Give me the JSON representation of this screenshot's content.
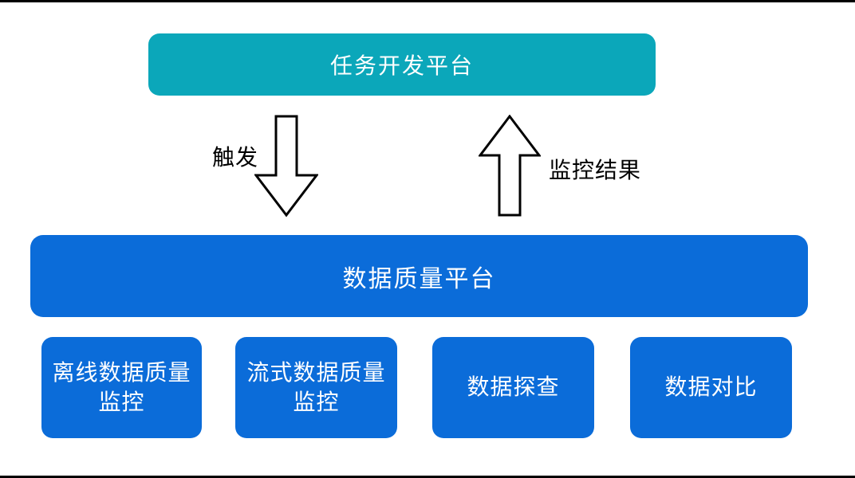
{
  "colors": {
    "page_bg": "#ffffff",
    "edge_bar": "#000000",
    "teal": "#0ba7ba",
    "blue": "#0b6cd9",
    "box_text": "#ffffff",
    "label_text": "#000000",
    "arrow_fill": "#ffffff",
    "arrow_outline": "#000000"
  },
  "diagram": {
    "top_box": {
      "label": "任务开发平台"
    },
    "arrows": {
      "down": {
        "label": "触发",
        "direction": "down"
      },
      "up": {
        "label": "监控结果",
        "direction": "up"
      }
    },
    "platform_box": {
      "label": "数据质量平台"
    },
    "modules": [
      {
        "line1": "离线数据质量",
        "line2": "监控"
      },
      {
        "line1": "流式数据质量",
        "line2": "监控"
      },
      {
        "line1": "数据探查",
        "line2": ""
      },
      {
        "line1": "数据对比",
        "line2": ""
      }
    ]
  }
}
